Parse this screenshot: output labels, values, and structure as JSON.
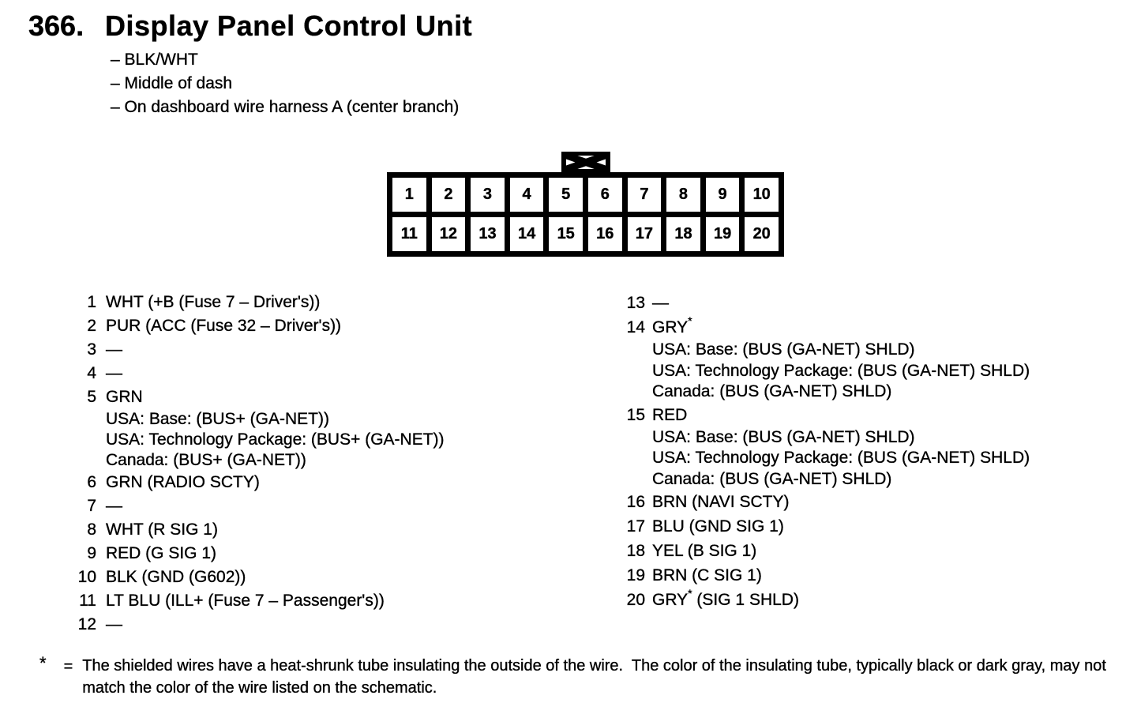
{
  "page": {
    "number": "366.",
    "title": "Display Panel Control Unit",
    "bullets": [
      "– BLK/WHT",
      "– Middle of dash",
      "– On dashboard wire harness A (center branch)"
    ]
  },
  "colors": {
    "ink": "#000000",
    "paper": "#ffffff"
  },
  "connector": {
    "rows": [
      [
        "1",
        "2",
        "3",
        "4",
        "5",
        "6",
        "7",
        "8",
        "9",
        "10"
      ],
      [
        "11",
        "12",
        "13",
        "14",
        "15",
        "16",
        "17",
        "18",
        "19",
        "20"
      ]
    ]
  },
  "pins": {
    "left": [
      {
        "num": "1",
        "label": "WHT (+B (Fuse 7 – Driver's))"
      },
      {
        "num": "2",
        "label": "PUR (ACC (Fuse 32 – Driver's))"
      },
      {
        "num": "3",
        "label": "—"
      },
      {
        "num": "4",
        "label": "—"
      },
      {
        "num": "5",
        "label": "GRN",
        "subs": [
          "USA: Base: (BUS+ (GA-NET))",
          "USA: Technology Package: (BUS+ (GA-NET))",
          "Canada: (BUS+ (GA-NET))"
        ]
      },
      {
        "num": "6",
        "label": "GRN (RADIO SCTY)"
      },
      {
        "num": "7",
        "label": "—"
      },
      {
        "num": "8",
        "label": "WHT (R SIG 1)"
      },
      {
        "num": "9",
        "label": "RED (G SIG 1)"
      },
      {
        "num": "10",
        "label": "BLK (GND (G602))"
      },
      {
        "num": "11",
        "label": "LT BLU (ILL+ (Fuse 7 – Passenger's))"
      },
      {
        "num": "12",
        "label": "—"
      }
    ],
    "right": [
      {
        "num": "13",
        "label": "—"
      },
      {
        "num": "14",
        "label": "GRY",
        "sup": "*",
        "subs": [
          "USA: Base: (BUS (GA-NET) SHLD)",
          "USA: Technology Package: (BUS (GA-NET) SHLD)",
          "Canada: (BUS (GA-NET) SHLD)"
        ]
      },
      {
        "num": "15",
        "label": "RED",
        "subs": [
          "USA: Base: (BUS (GA-NET) SHLD)",
          "USA: Technology Package: (BUS (GA-NET) SHLD)",
          "Canada: (BUS (GA-NET) SHLD)"
        ]
      },
      {
        "num": "16",
        "label": "BRN (NAVI SCTY)"
      },
      {
        "num": "17",
        "label": "BLU (GND SIG 1)"
      },
      {
        "num": "18",
        "label": "YEL (B SIG 1)"
      },
      {
        "num": "19",
        "label": "BRN (C SIG 1)"
      },
      {
        "num": "20",
        "label": "GRY",
        "sup": "*",
        "rest": " (SIG 1 SHLD)"
      }
    ]
  },
  "footnote": {
    "symbol": "*",
    "equals": "=",
    "text": "The shielded wires have a heat-shrunk tube insulating the outside of the wire.  The color of the insulating tube, typically black or dark gray, may not match the color of the wire listed on the schematic."
  }
}
